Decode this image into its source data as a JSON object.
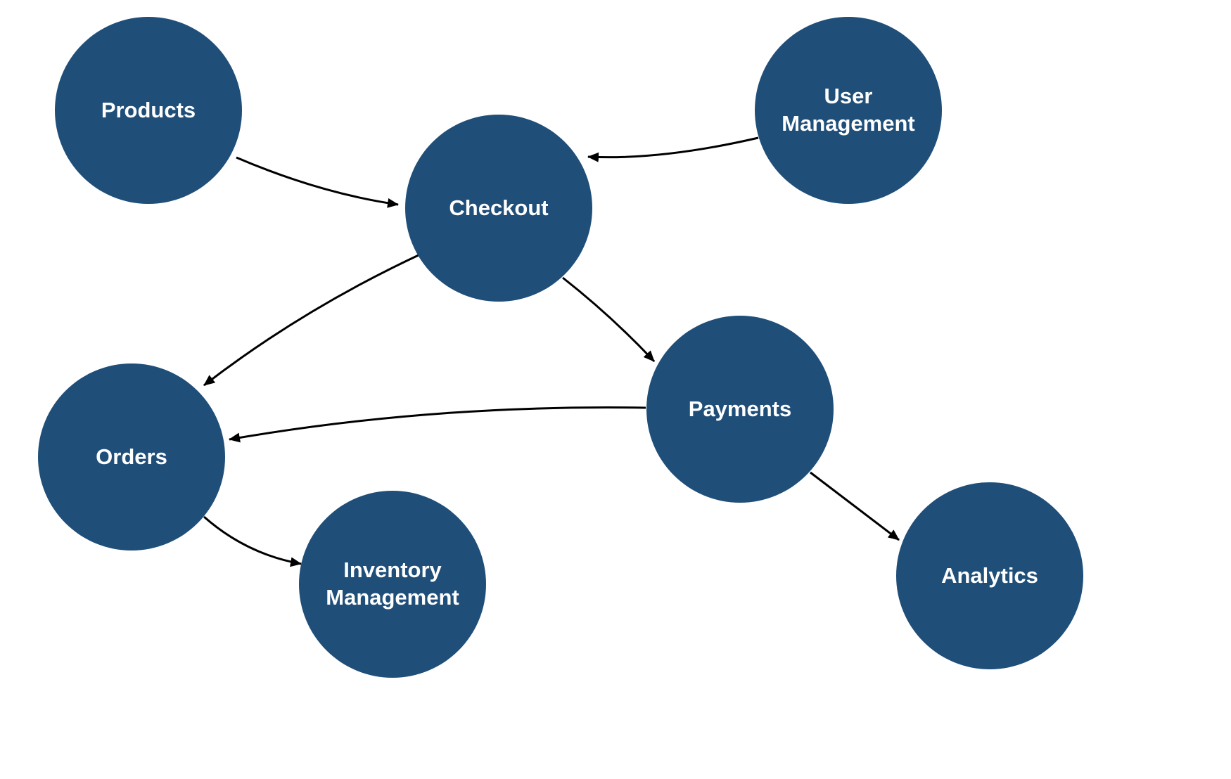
{
  "diagram": {
    "type": "flowchart",
    "nodes": [
      {
        "id": "products",
        "label": "Products"
      },
      {
        "id": "user-management",
        "label": "User Management"
      },
      {
        "id": "checkout",
        "label": "Checkout"
      },
      {
        "id": "payments",
        "label": "Payments"
      },
      {
        "id": "orders",
        "label": "Orders"
      },
      {
        "id": "inventory-management",
        "label": "Inventory Management"
      },
      {
        "id": "analytics",
        "label": "Analytics"
      }
    ],
    "edges": [
      {
        "from": "products",
        "to": "checkout"
      },
      {
        "from": "user-management",
        "to": "checkout"
      },
      {
        "from": "checkout",
        "to": "orders"
      },
      {
        "from": "checkout",
        "to": "payments"
      },
      {
        "from": "payments",
        "to": "orders"
      },
      {
        "from": "orders",
        "to": "inventory-management"
      },
      {
        "from": "payments",
        "to": "analytics"
      }
    ],
    "colors": {
      "node_fill": "#1F4E79",
      "node_text": "#FFFFFF",
      "edge": "#000000",
      "background": "#FFFFFF"
    }
  }
}
